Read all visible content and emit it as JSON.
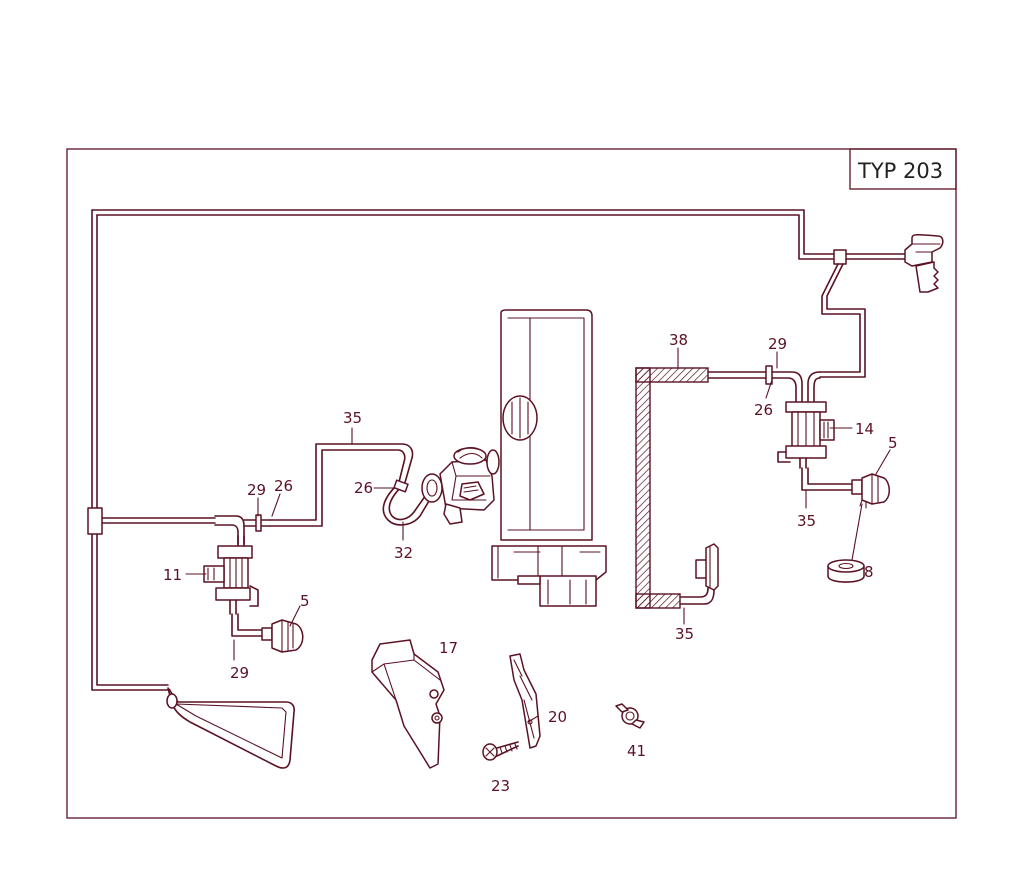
{
  "type_box": {
    "text": "TYP 203"
  },
  "labels": {
    "p35_top": "35",
    "p29_left": "29",
    "p26_left": "26",
    "p26_mid": "26",
    "p32": "32",
    "p11": "11",
    "p5_left": "5",
    "p29_bottom": "29",
    "p17": "17",
    "p20": "20",
    "p23": "23",
    "p41": "41",
    "p38": "38",
    "p29_right": "29",
    "p26_right": "26",
    "p14": "14",
    "p5_right": "5",
    "p35_right": "35",
    "p8": "8",
    "p35_bottom": "35"
  },
  "colors": {
    "line": "#5a1224",
    "text": "#222222",
    "background": "#ffffff"
  }
}
